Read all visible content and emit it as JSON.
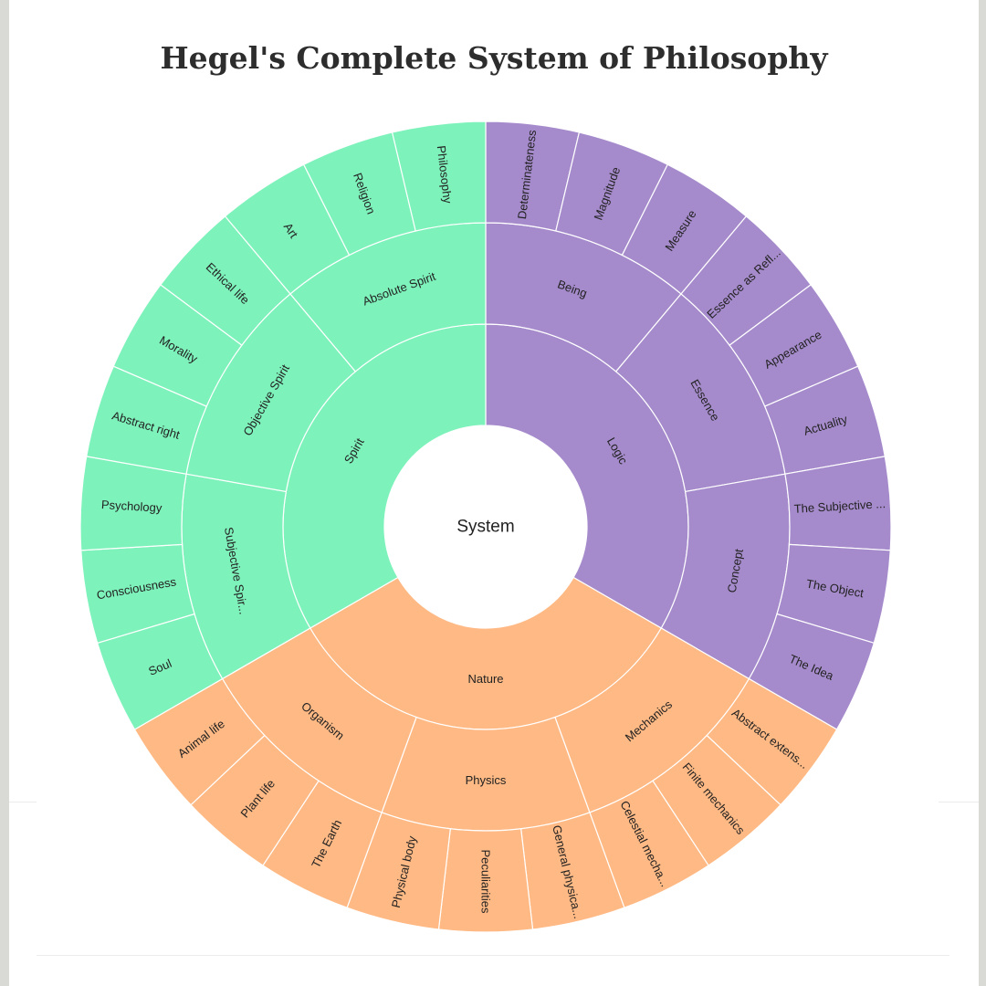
{
  "chart_data": {
    "type": "sunburst",
    "title": "Hegel's Complete System of Philosophy",
    "root": "System",
    "colors": {
      "Logic": "#a68bcc",
      "Nature": "#ffb984",
      "Spirit": "#7ef2bb",
      "separator": "#ffffff",
      "label": "#222222"
    },
    "children": [
      {
        "name": "Logic",
        "children": [
          {
            "name": "Being",
            "children": [
              {
                "name": "Determinateness",
                "display": "Determinateness",
                "value": 1
              },
              {
                "name": "Magnitude",
                "display": "Magnitude",
                "value": 1
              },
              {
                "name": "Measure",
                "display": "Measure",
                "value": 1
              }
            ]
          },
          {
            "name": "Essence",
            "children": [
              {
                "name": "Essence as Reflection",
                "display": "Essence as Refl...",
                "value": 1
              },
              {
                "name": "Appearance",
                "display": "Appearance",
                "value": 1
              },
              {
                "name": "Actuality",
                "display": "Actuality",
                "value": 1
              }
            ]
          },
          {
            "name": "Concept",
            "children": [
              {
                "name": "The Subjective Concept",
                "display": "The Subjective ...",
                "value": 1
              },
              {
                "name": "The Object",
                "display": "The Object",
                "value": 1
              },
              {
                "name": "The Idea",
                "display": "The Idea",
                "value": 1
              }
            ]
          }
        ]
      },
      {
        "name": "Nature",
        "children": [
          {
            "name": "Mechanics",
            "children": [
              {
                "name": "Abstract extension",
                "display": "Abstract extens...",
                "value": 1
              },
              {
                "name": "Finite mechanics",
                "display": "Finite mechanics",
                "value": 1
              },
              {
                "name": "Celestial mechanics",
                "display": "Celestial mecha...",
                "value": 1
              }
            ]
          },
          {
            "name": "Physics",
            "children": [
              {
                "name": "General physical bodies",
                "display": "General physica...",
                "value": 1
              },
              {
                "name": "Peculiarities",
                "display": "Peculiarities",
                "value": 1
              },
              {
                "name": "Physical body",
                "display": "Physical body",
                "value": 1
              }
            ]
          },
          {
            "name": "Organism",
            "children": [
              {
                "name": "The Earth",
                "display": "The Earth",
                "value": 1
              },
              {
                "name": "Plant life",
                "display": "Plant life",
                "value": 1
              },
              {
                "name": "Animal life",
                "display": "Animal life",
                "value": 1
              }
            ]
          }
        ]
      },
      {
        "name": "Spirit",
        "children": [
          {
            "name": "Subjective Spirit",
            "display": "Subjective Spir...",
            "children": [
              {
                "name": "Soul",
                "display": "Soul",
                "value": 1
              },
              {
                "name": "Consciousness",
                "display": "Consciousness",
                "value": 1
              },
              {
                "name": "Psychology",
                "display": "Psychology",
                "value": 1
              }
            ]
          },
          {
            "name": "Objective Spirit",
            "display": "Objective Spirit",
            "children": [
              {
                "name": "Abstract right",
                "display": "Abstract right",
                "value": 1
              },
              {
                "name": "Morality",
                "display": "Morality",
                "value": 1
              },
              {
                "name": "Ethical life",
                "display": "Ethical life",
                "value": 1
              }
            ]
          },
          {
            "name": "Absolute Spirit",
            "display": "Absolute Spirit",
            "children": [
              {
                "name": "Art",
                "display": "Art",
                "value": 1
              },
              {
                "name": "Religion",
                "display": "Religion",
                "value": 1
              },
              {
                "name": "Philosophy",
                "display": "Philosophy",
                "value": 1
              }
            ]
          }
        ]
      }
    ]
  }
}
